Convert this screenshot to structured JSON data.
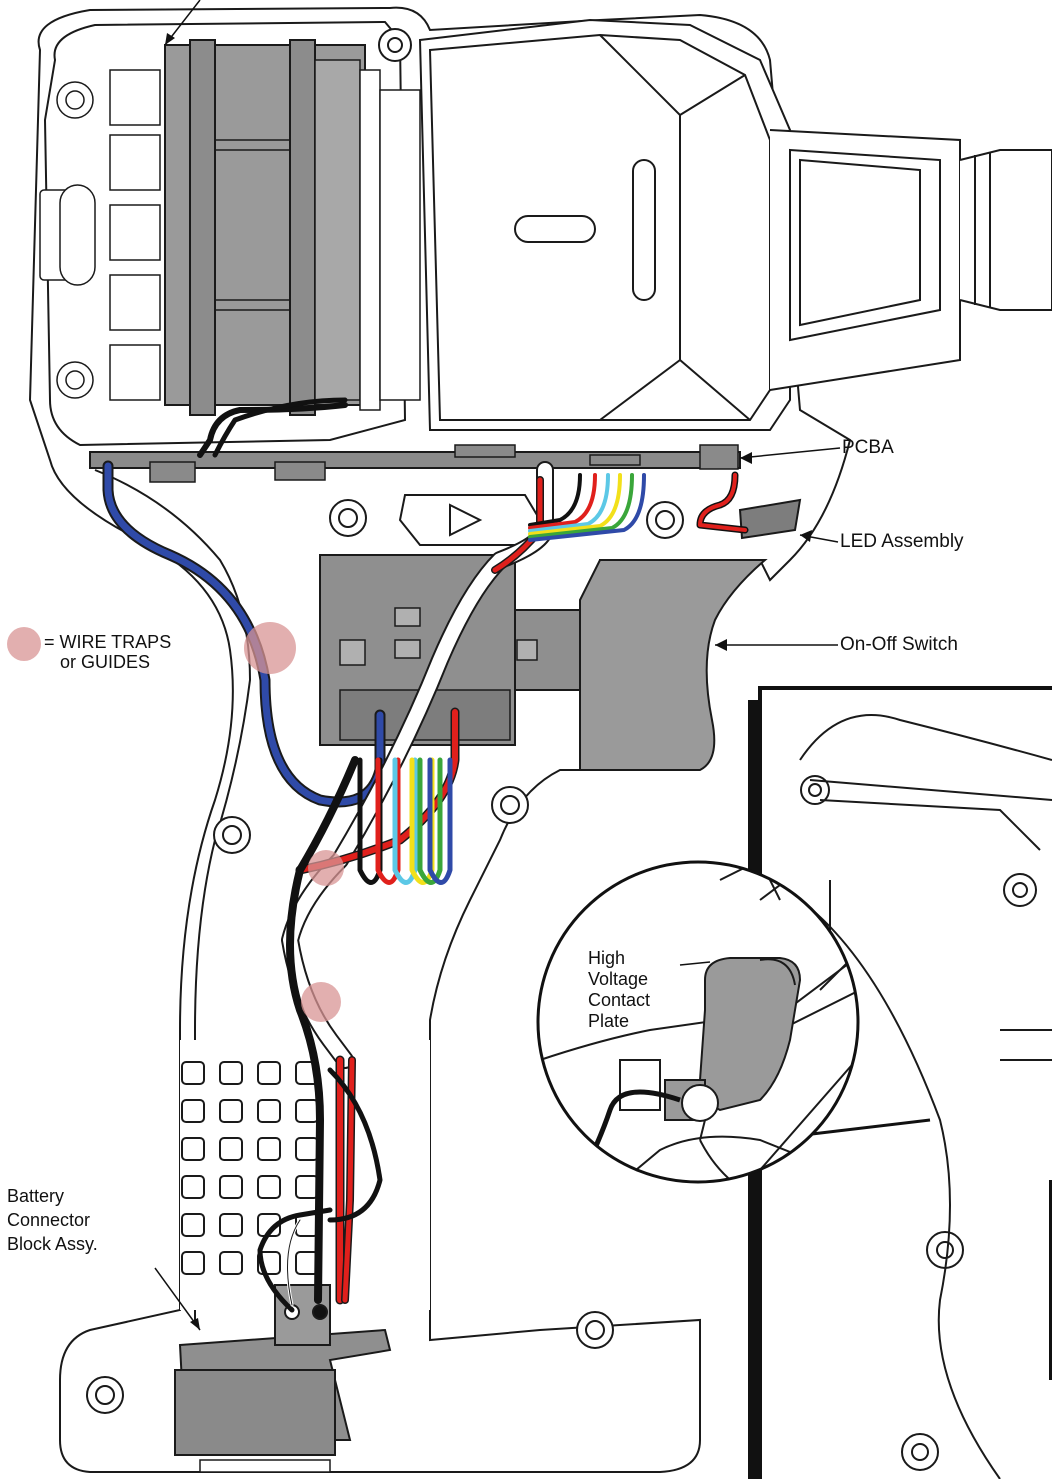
{
  "labels": {
    "pcba": "PCBA",
    "led_assembly": "LED Assembly",
    "on_off_switch": "On-Off Switch",
    "wire_traps_line1": "= WIRE TRAPS",
    "wire_traps_line2": "or GUIDES",
    "battery_line1": "Battery",
    "battery_line2": "Connector",
    "battery_line3": "Block Assy.",
    "hv_line1": "High",
    "hv_line2": "Voltage",
    "hv_line3": "Contact",
    "hv_line4": "Plate"
  },
  "colors": {
    "outline": "#1a1a1a",
    "component_gray": "#9a9a9a",
    "dark_gray": "#7d7d7d",
    "trap_marker": "#d89494",
    "wire_blue": "#2f4aa8",
    "wire_red": "#e0201c",
    "wire_black": "#111111",
    "wire_white": "#ffffff",
    "wire_yellow": "#f2e01a",
    "wire_green": "#3aa63a",
    "wire_cyan": "#5cc8e6"
  }
}
